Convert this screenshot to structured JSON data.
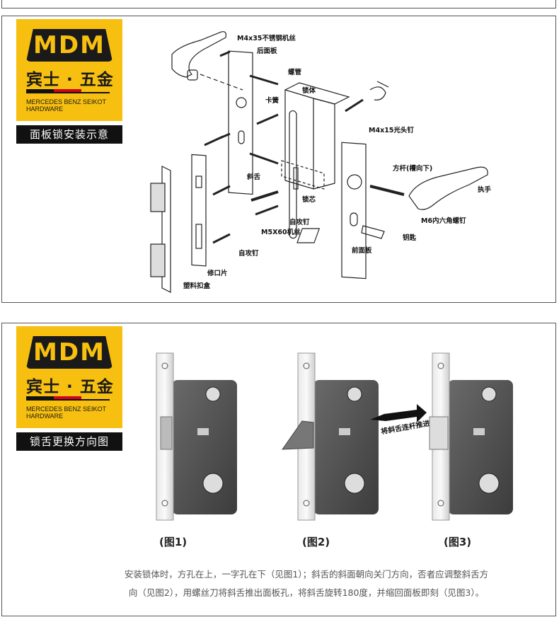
{
  "brand": {
    "wordmark": "MDM",
    "chinese_name": "宾士 · 五金",
    "english_name_line1": "MERCEDES BENZ SEIKOT",
    "english_name_line2": "HARDWARE"
  },
  "panel1": {
    "title": "面板锁安装示意",
    "labels": {
      "m4x35": "M4x35不锈钢机丝",
      "rear_panel": "后面板",
      "screw_tube": "螺管",
      "lock_body": "锁体",
      "clip": "卡簧",
      "m4x15": "M4x15光头钉",
      "square_rod": "方杆(槽向下)",
      "handle": "执手",
      "latch": "斜舌",
      "cylinder": "锁芯",
      "m6_hex": "M6内六角螺钉",
      "self_tap_1": "自攻钉",
      "m5x60": "M5X60机丝",
      "key": "钥匙",
      "front_panel": "前面板",
      "self_tap_2": "自攻钉",
      "repair_plate": "修口片",
      "plastic_box": "塑料扣盒"
    }
  },
  "panel2": {
    "title": "锁舌更换方向图",
    "push_label": "将斜舌连杆推进",
    "captions": [
      "(图1)",
      "(图2)",
      "(图3)"
    ],
    "instructions": [
      "安装锁体时，方孔在上，一字孔在下（见图1）；斜舌的斜面朝向关门方向，否者应调整斜舌方",
      "向（见图2），用螺丝刀将斜舌推出面板孔，将斜舌旋转180度，并缩回面板即刻（见图3）。"
    ]
  }
}
